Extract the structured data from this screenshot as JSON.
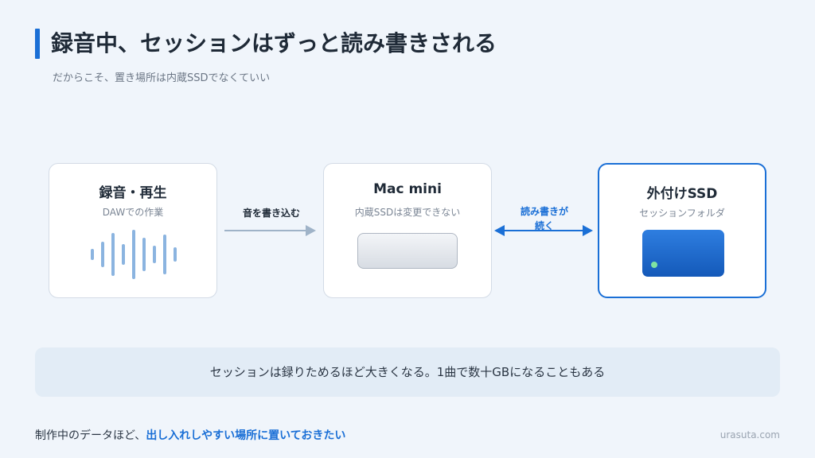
{
  "header": {
    "title": "録音中、セッションはずっと読み書きされる",
    "subtitle": "だからこそ、置き場所は内蔵SSDでなくていい"
  },
  "cards": {
    "recording": {
      "title": "録音・再生",
      "subtitle": "DAWでの作業",
      "icon": "waveform-icon"
    },
    "mac": {
      "title": "Mac mini",
      "subtitle": "内蔵SSDは変更できない",
      "icon": "mac-mini-icon"
    },
    "ssd": {
      "title": "外付けSSD",
      "subtitle": "セッションフォルダ",
      "icon": "external-ssd-icon"
    }
  },
  "arrows": {
    "write_label": "音を書き込む",
    "readwrite_label_line1": "読み書きが",
    "readwrite_label_line2": "続く"
  },
  "note": "セッションは録りためるほど大きくなる。1曲で数十GBになることもある",
  "footer": {
    "text": "制作中のデータほど、",
    "emphasis": "出し入れしやすい場所に置いておきたい",
    "brand": "urasuta.com"
  },
  "colors": {
    "accent": "#1a6fd6",
    "background": "#f0f5fb",
    "arrow_gray": "#9fb3c8",
    "wave": "#8bb4e0"
  }
}
